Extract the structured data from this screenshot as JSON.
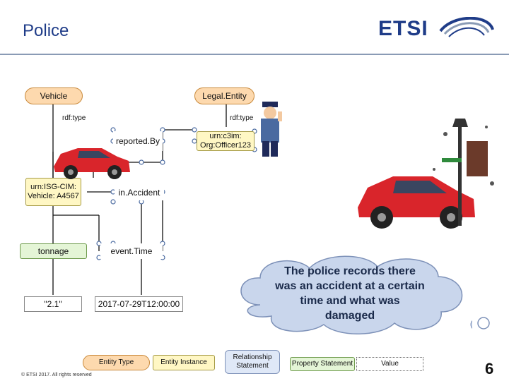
{
  "slide": {
    "title": "Police",
    "logo_text": "ETSI",
    "page_number": "6",
    "footer": "© ETSI 2017. All rights reserved"
  },
  "classes": {
    "vehicle": "Vehicle",
    "legal_entity": "Legal.Entity"
  },
  "relations": {
    "rdf_type_left": "rdf:type",
    "rdf_type_right": "rdf:type",
    "reported_by": "reported.By",
    "in_accident": "in.Accident",
    "event_time": "event.Time"
  },
  "entities": {
    "vehicle_instance": "urn:ISG-CIM: Vehicle: A4567",
    "officer": "urn:c3im: Org:Officer123"
  },
  "properties": {
    "tonnage": "tonnage"
  },
  "values": {
    "tonnage_value": "\"2.1\"",
    "time_value": "2017-07-29T12:00:00"
  },
  "cloud": {
    "text": "The police records there was an accident at a certain time and what was damaged"
  },
  "legend": {
    "entity_type": "Entity Type",
    "entity_instance": "Entity Instance",
    "relationship_statement": "Relationship Statement",
    "property_statement": "Property Statement",
    "value": "Value"
  },
  "colors": {
    "title_blue": "#1f3c88",
    "entity_type_fill": "#fdd9ae",
    "instance_fill": "#fff7c4",
    "relationship_fill": "#dfe8f7",
    "cloud_fill": "#c9d6ec"
  }
}
